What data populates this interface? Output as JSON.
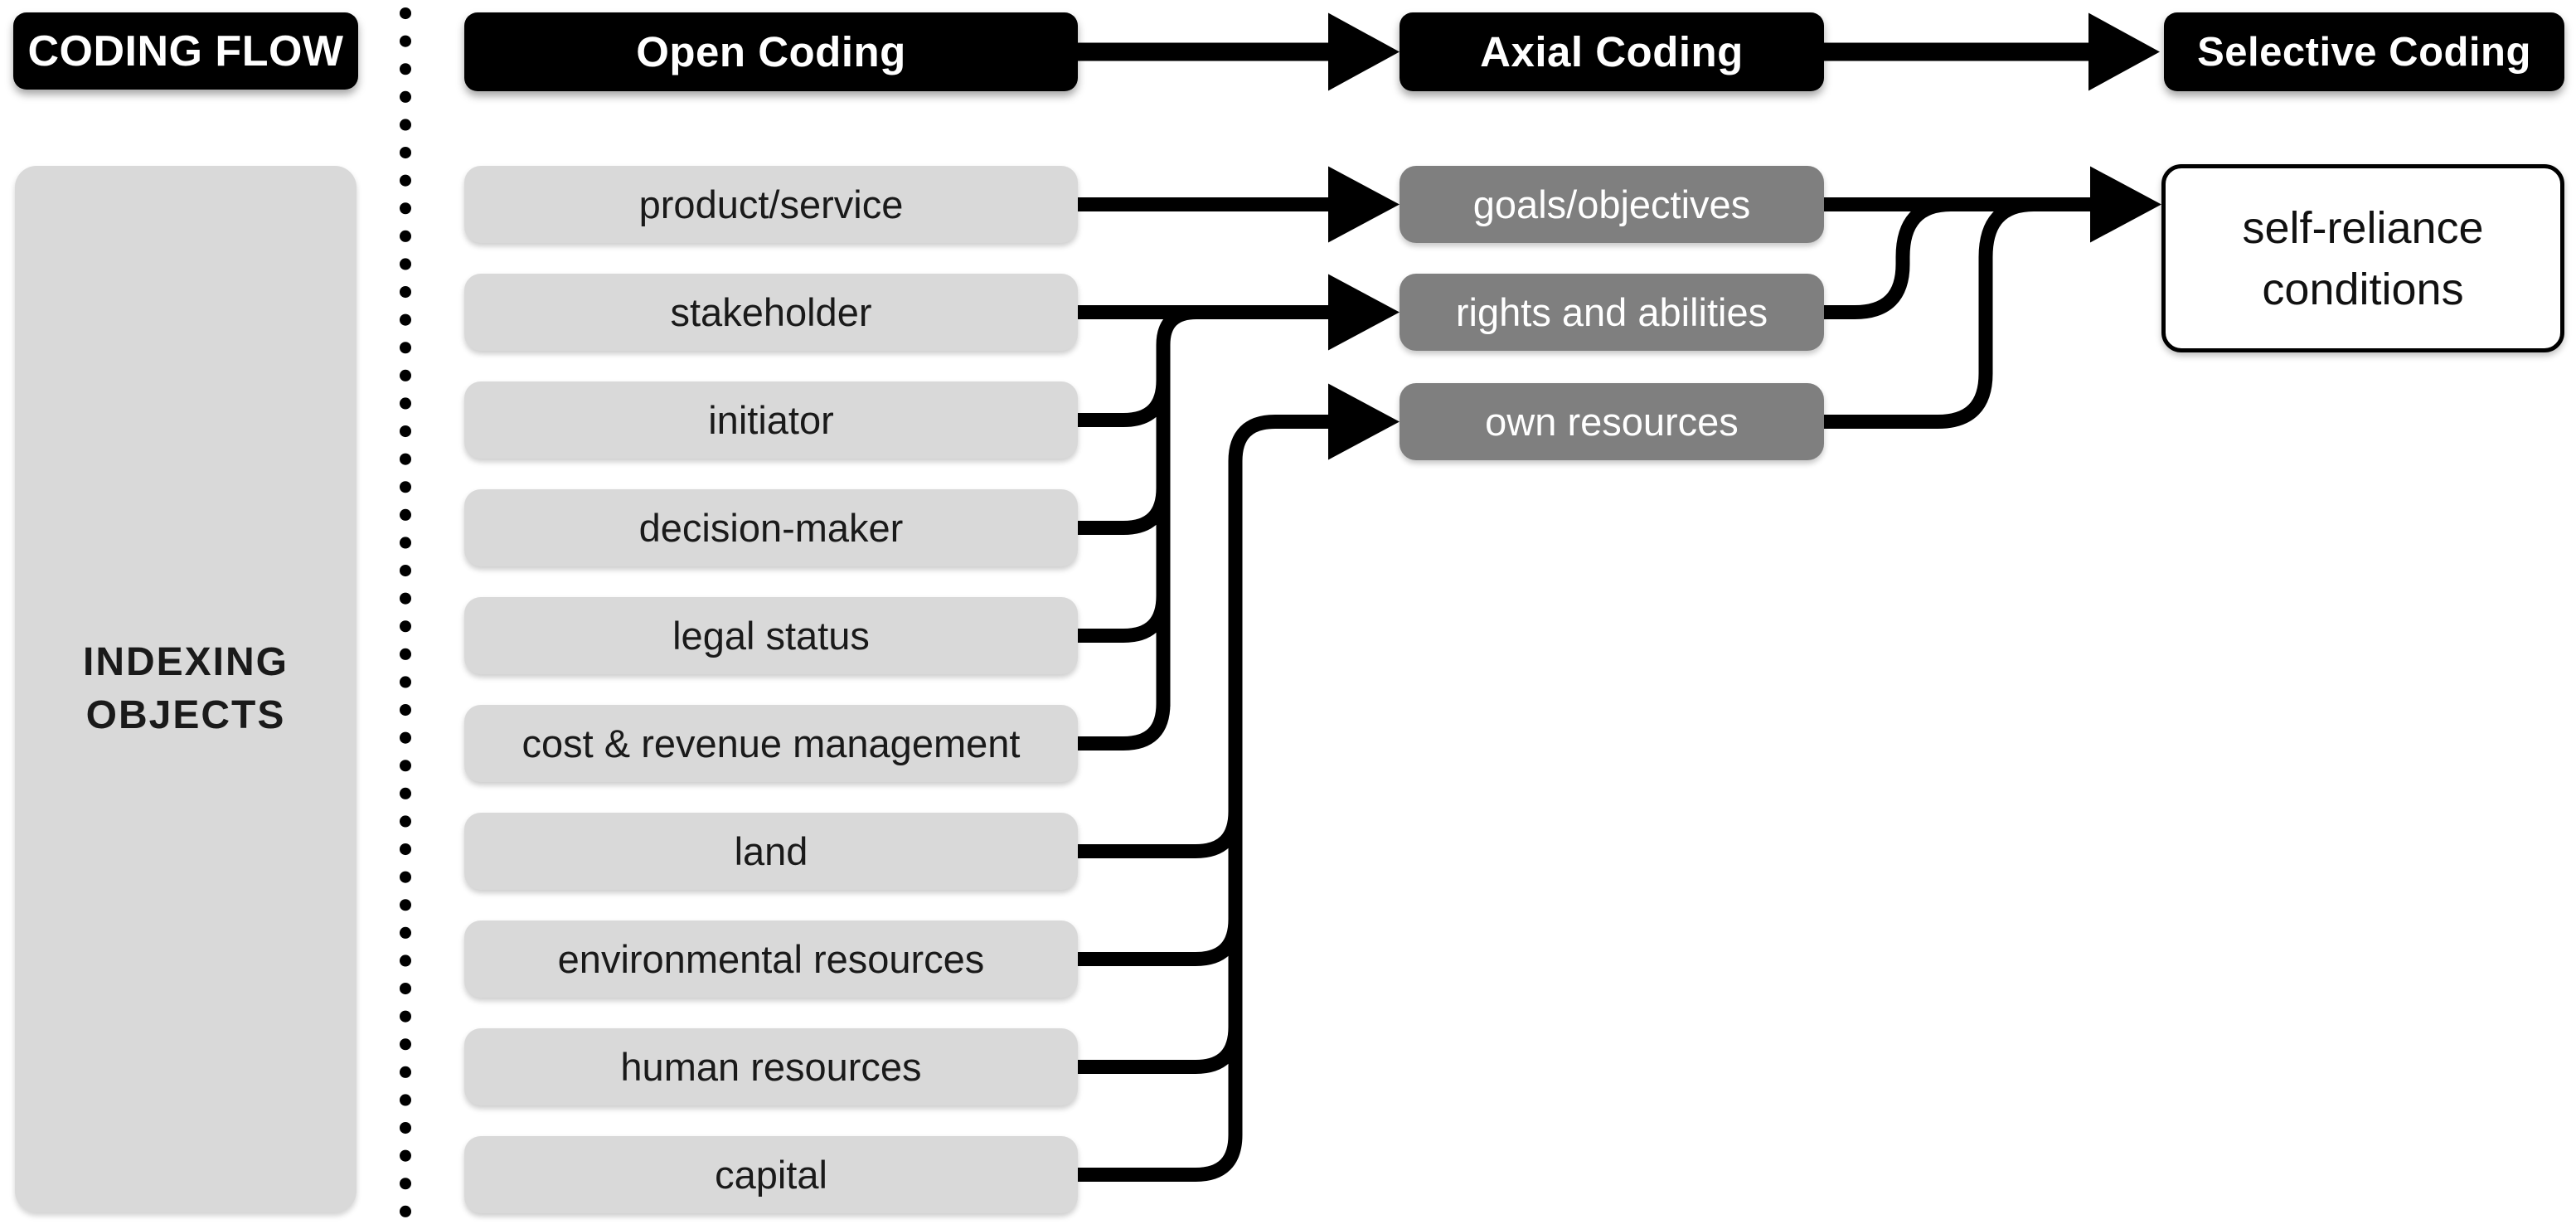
{
  "diagram_title": "CODING FLOW",
  "header": {
    "columns": [
      "Open Coding",
      "Axial Coding",
      "Selective Coding"
    ]
  },
  "sidebar": {
    "lines": [
      "INDEXING",
      "OBJECTS"
    ]
  },
  "open_coding": {
    "items": [
      "product/service",
      "stakeholder",
      "initiator",
      "decision-maker",
      "legal status",
      "cost & revenue management",
      "land",
      "environmental resources",
      "human resources",
      "capital"
    ]
  },
  "axial_coding": {
    "items": [
      "goals/objectives",
      "rights and abilities",
      "own resources"
    ]
  },
  "selective_coding": {
    "lines": [
      "self-reliance",
      "conditions"
    ]
  },
  "connections": {
    "flow": [
      "Open Coding -> Axial Coding",
      "Axial Coding -> Selective Coding"
    ],
    "edges": [
      {
        "from": "product/service",
        "to": "goals/objectives"
      },
      {
        "from": "stakeholder",
        "to": "rights and abilities"
      },
      {
        "from": "initiator",
        "to": "rights and abilities"
      },
      {
        "from": "decision-maker",
        "to": "rights and abilities"
      },
      {
        "from": "legal status",
        "to": "rights and abilities"
      },
      {
        "from": "cost & revenue management",
        "to": "rights and abilities"
      },
      {
        "from": "land",
        "to": "own resources"
      },
      {
        "from": "environmental resources",
        "to": "own resources"
      },
      {
        "from": "human resources",
        "to": "own resources"
      },
      {
        "from": "capital",
        "to": "own resources"
      },
      {
        "from": "goals/objectives",
        "to": "self-reliance conditions"
      },
      {
        "from": "rights and abilities",
        "to": "self-reliance conditions"
      },
      {
        "from": "own resources",
        "to": "self-reliance conditions"
      }
    ]
  },
  "colors": {
    "background": "#ffffff",
    "black_box": "#000000",
    "light_gray_box": "#d9d9d9",
    "dark_gray_box": "#7f7f7f",
    "text_dark": "#1a1a1a",
    "text_light": "#ffffff"
  }
}
